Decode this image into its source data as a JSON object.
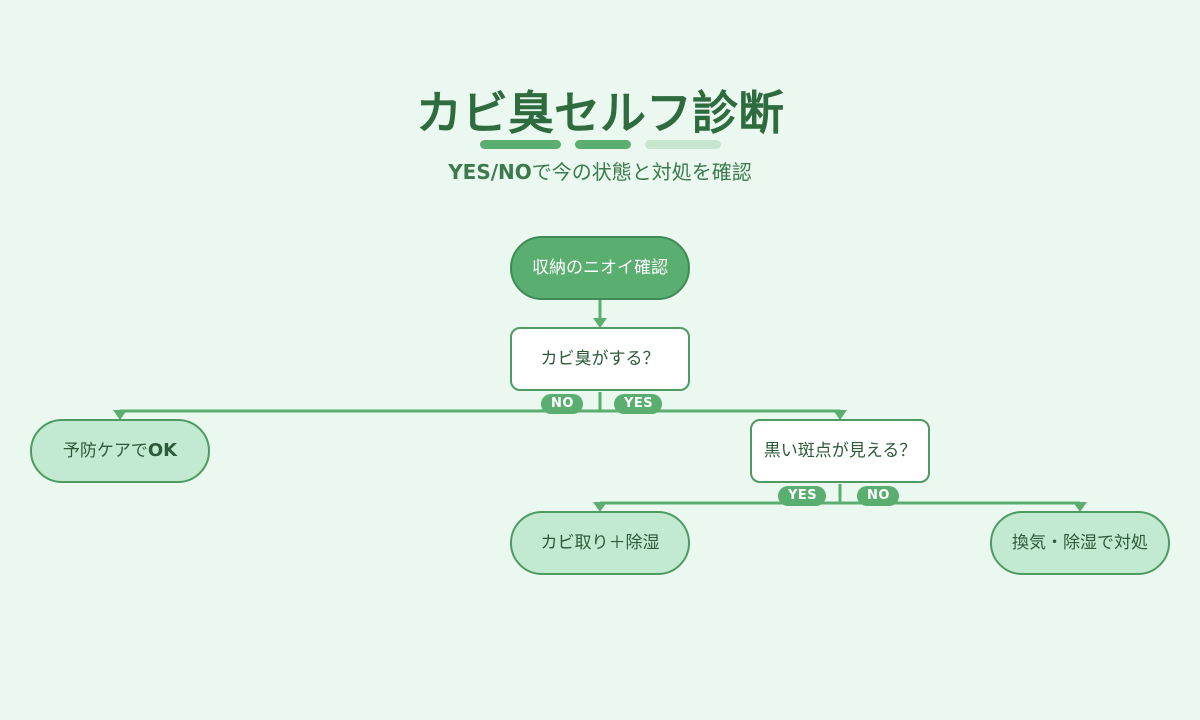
{
  "title": "カビ臭セルフ診断",
  "subtitle": {
    "emphasis": "YES/NO",
    "rest": "で今の状態と対処を確認"
  },
  "colors": {
    "background": "#eaf8ef",
    "primary": "#5aaf70",
    "title": "#2e6b3e",
    "result_fill": "#c2ead0",
    "accent_light": "#c6e6d0"
  },
  "nodes": {
    "start": "収納のニオイ確認",
    "q1": "カビ臭がする？",
    "no1_result": {
      "text": "予防ケアで",
      "emphasis": "OK"
    },
    "q2": "黒い斑点が見える？",
    "yes2_result": "カビ取り＋除湿",
    "no2_result": "換気・除湿で対処"
  },
  "labels": {
    "q1_no": "NO",
    "q1_yes": "YES",
    "q2_yes": "YES",
    "q2_no": "NO"
  }
}
